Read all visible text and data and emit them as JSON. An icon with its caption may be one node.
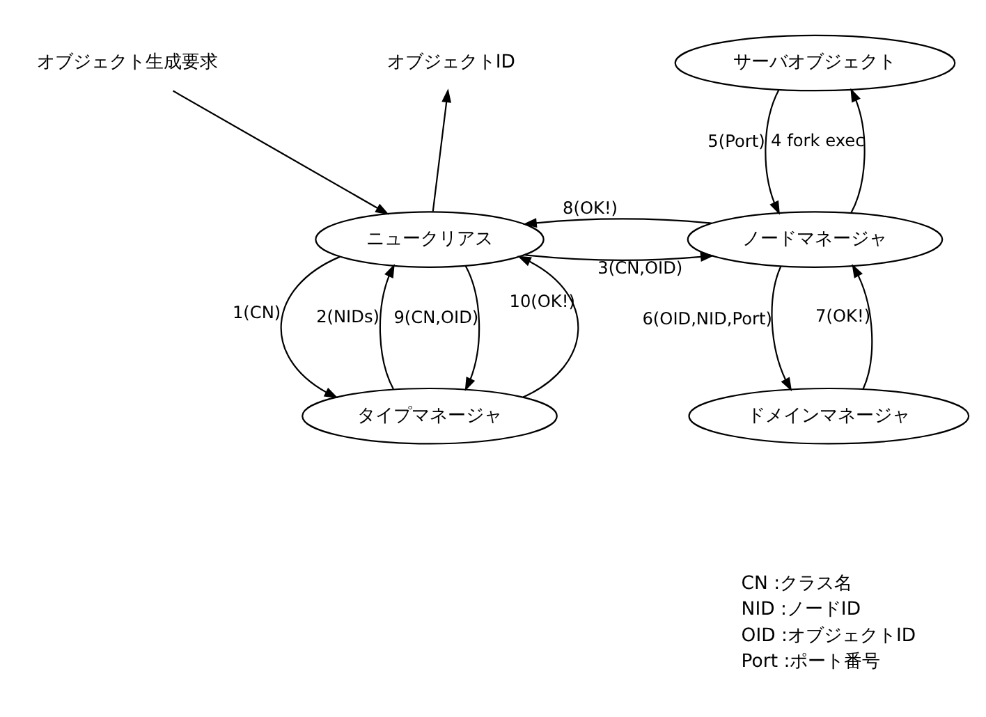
{
  "diagram": {
    "nodes": [
      {
        "text": [
          "オブジェクト生成要求"
        ]
      },
      {
        "text": [
          "オブジェクトID"
        ]
      },
      {
        "text": [
          "サーバオブジェクト"
        ]
      },
      {
        "text": [
          "ニュークリアス"
        ]
      },
      {
        "text": [
          "ノードマネージャ"
        ]
      },
      {
        "text": [
          "タイプマネージャ"
        ]
      },
      {
        "text": [
          "ドメインマネージャ"
        ]
      }
    ],
    "edges": [
      {
        "from": 0,
        "to": 3,
        "arrow": "to"
      },
      {
        "from": 3,
        "to": 1,
        "arrow": "to"
      },
      {
        "from": 3,
        "to": 5,
        "label": "1(CN)",
        "arrow": "to"
      },
      {
        "from": 5,
        "to": 3,
        "label": "2(NIDs)",
        "arrow": "to"
      },
      {
        "from": 3,
        "to": 4,
        "label": "3(CN,OID)",
        "arrow": "to"
      },
      {
        "from": 4,
        "to": 2,
        "label": "4 fork exec",
        "arrow": "to"
      },
      {
        "from": 2,
        "to": 4,
        "label": "5(Port)",
        "arrow": "to"
      },
      {
        "from": 4,
        "to": 6,
        "label": "6(OID,NID,Port)",
        "arrow": "to"
      },
      {
        "from": 6,
        "to": 4,
        "label": "7(OK!)",
        "arrow": "to"
      },
      {
        "from": 4,
        "to": 3,
        "label": "8(OK!)",
        "arrow": "to"
      },
      {
        "from": 3,
        "to": 5,
        "label": "9(CN,OID)",
        "arrow": "to"
      },
      {
        "from": 5,
        "to": 3,
        "label": "10(OK!)",
        "arrow": "to"
      }
    ],
    "labels": [
      "CN :クラス名",
      "NID :ノードID",
      "OID :オブジェクトID",
      "Port :ポート番号"
    ]
  }
}
